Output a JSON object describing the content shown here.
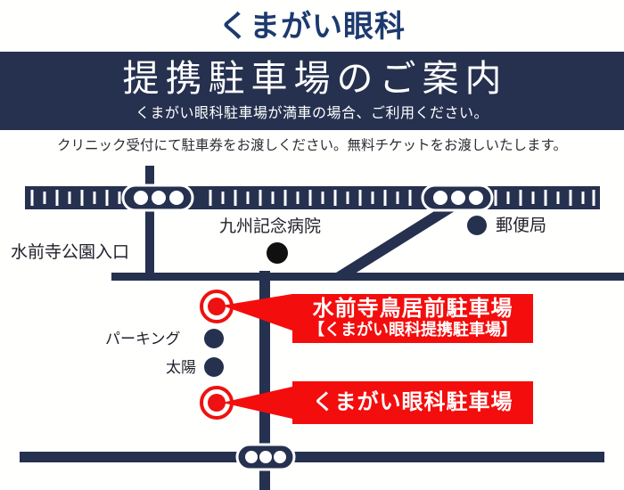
{
  "header": {
    "clinic_name": "くまがい眼科",
    "band_title": "提携駐車場のご案内",
    "band_subtitle": "くまがい眼科駐車場が満車の場合、ご利用ください。",
    "notice": "クリニック受付にて駐車券をお渡しください。無料チケットをお渡しいたします。"
  },
  "map": {
    "labels": {
      "station_entrance": "水前寺公園入口",
      "hospital": "九州記念病院",
      "post_office": "郵便局",
      "parking_name_line1": "パーキング",
      "parking_name_line2": "太陽"
    },
    "callouts": [
      {
        "title": "水前寺鳥居前駐車場",
        "subtitle": "【くまがい眼科提携駐車場】"
      },
      {
        "title": "くまがい眼科駐車場",
        "subtitle": ""
      }
    ]
  },
  "colors": {
    "navy": "#26314f",
    "logo_blue": "#1d3a6e",
    "red": "#f40d0d",
    "white": "#ffffff",
    "black_marker": "#101010"
  }
}
